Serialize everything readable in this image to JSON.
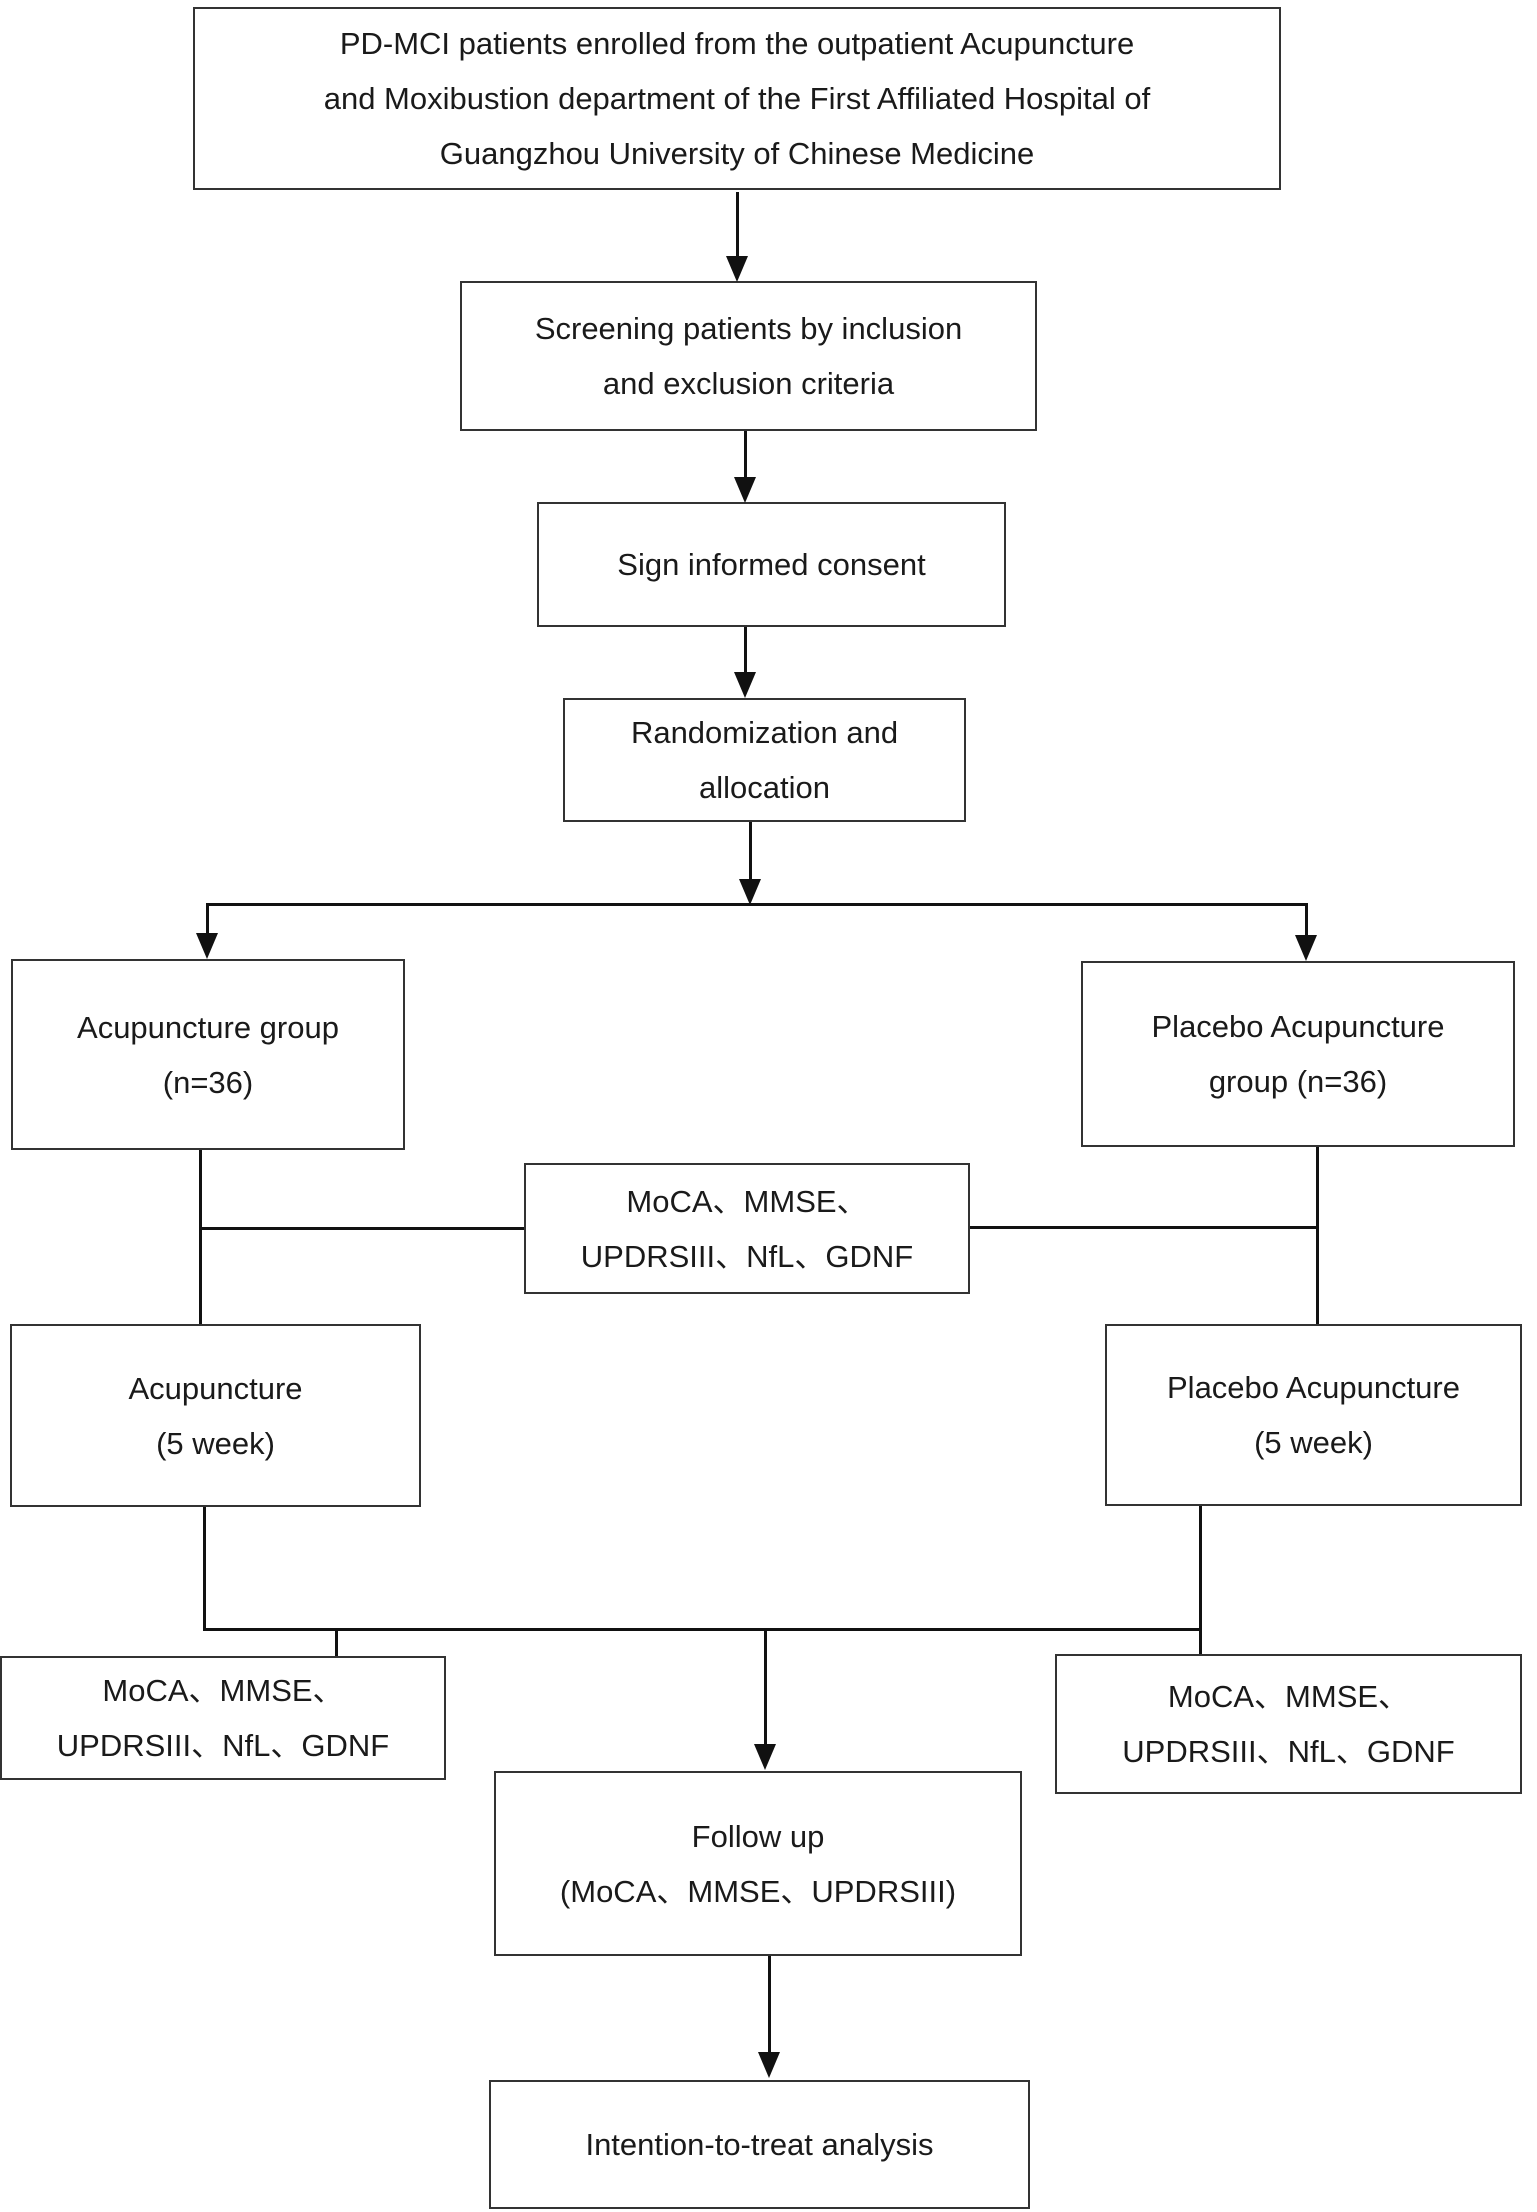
{
  "page": {
    "background": "#ffffff"
  },
  "style": {
    "line_color": "#111111",
    "box_border_color": "#333333",
    "text_color": "#1a1a1a"
  },
  "nodes": {
    "enrollment": {
      "lines": [
        "PD-MCI patients enrolled from the outpatient Acupuncture",
        "and Moxibustion department of the First Affiliated Hospital of",
        "Guangzhou University of Chinese Medicine"
      ]
    },
    "screening": {
      "lines": [
        "Screening patients by inclusion",
        "and exclusion criteria"
      ]
    },
    "consent": {
      "lines": [
        "Sign informed consent"
      ]
    },
    "randomization": {
      "lines": [
        "Randomization and",
        "allocation"
      ]
    },
    "acupuncture_group": {
      "lines": [
        "Acupuncture group",
        "(n=36)"
      ]
    },
    "placebo_group": {
      "lines": [
        "Placebo Acupuncture",
        "group (n=36)"
      ]
    },
    "baseline_assessment": {
      "lines": [
        "MoCA、MMSE、",
        "UPDRSIII、NfL、GDNF"
      ]
    },
    "acupuncture_treatment": {
      "lines": [
        "Acupuncture",
        "(5 week)"
      ]
    },
    "placebo_treatment": {
      "lines": [
        "Placebo Acupuncture",
        "(5 week)"
      ]
    },
    "outcome_left": {
      "lines": [
        "MoCA、MMSE、",
        "UPDRSIII、NfL、GDNF"
      ]
    },
    "outcome_right": {
      "lines": [
        "MoCA、MMSE、",
        "UPDRSIII、NfL、GDNF"
      ]
    },
    "follow_up": {
      "lines": [
        "Follow up",
        "(MoCA、MMSE、UPDRSIII)"
      ]
    },
    "itt_analysis": {
      "lines": [
        "Intention-to-treat analysis"
      ]
    }
  },
  "edges": [
    {
      "from": "enrollment",
      "to": "screening",
      "type": "arrow"
    },
    {
      "from": "screening",
      "to": "consent",
      "type": "arrow"
    },
    {
      "from": "consent",
      "to": "randomization",
      "type": "arrow"
    },
    {
      "from": "randomization",
      "to": "acupuncture_group",
      "type": "arrow"
    },
    {
      "from": "randomization",
      "to": "placebo_group",
      "type": "arrow"
    },
    {
      "from": "acupuncture_group",
      "to": "baseline_assessment",
      "type": "line"
    },
    {
      "from": "placebo_group",
      "to": "baseline_assessment",
      "type": "line"
    },
    {
      "from": "acupuncture_group",
      "to": "acupuncture_treatment",
      "type": "line"
    },
    {
      "from": "placebo_group",
      "to": "placebo_treatment",
      "type": "line"
    },
    {
      "from": "acupuncture_treatment",
      "to": "outcome_left",
      "type": "line"
    },
    {
      "from": "placebo_treatment",
      "to": "outcome_right",
      "type": "line"
    },
    {
      "from": "acupuncture_treatment",
      "to": "follow_up",
      "type": "arrow"
    },
    {
      "from": "placebo_treatment",
      "to": "follow_up",
      "type": "arrow"
    },
    {
      "from": "follow_up",
      "to": "itt_analysis",
      "type": "arrow"
    }
  ]
}
